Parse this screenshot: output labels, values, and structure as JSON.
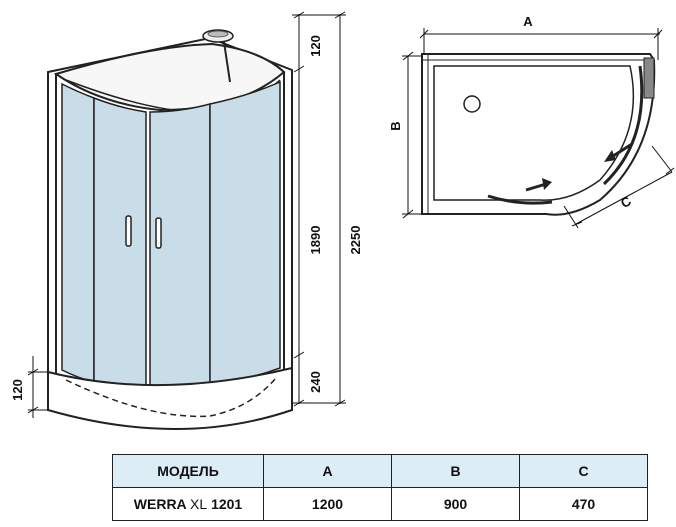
{
  "dimensions": {
    "top_clearance": "120",
    "door_height": "1890",
    "total_height": "2250",
    "tray_height_left": "120",
    "tray_height_right": "240",
    "plan_width_label": "A",
    "plan_depth_label": "B",
    "plan_door_label": "C"
  },
  "table": {
    "headers": [
      "МОДЕЛЬ",
      "A",
      "B",
      "C"
    ],
    "model_prefix": "WERRA",
    "model_mid": "XL",
    "model_suffix": "1201",
    "values": [
      "1200",
      "900",
      "470"
    ]
  },
  "colors": {
    "glass": "#c9dde8",
    "frame": "#222222",
    "table_header": "#dcedf6"
  },
  "icons": [
    "shower-head-icon",
    "door-handle-icon",
    "drain-icon",
    "arrow-icon"
  ]
}
